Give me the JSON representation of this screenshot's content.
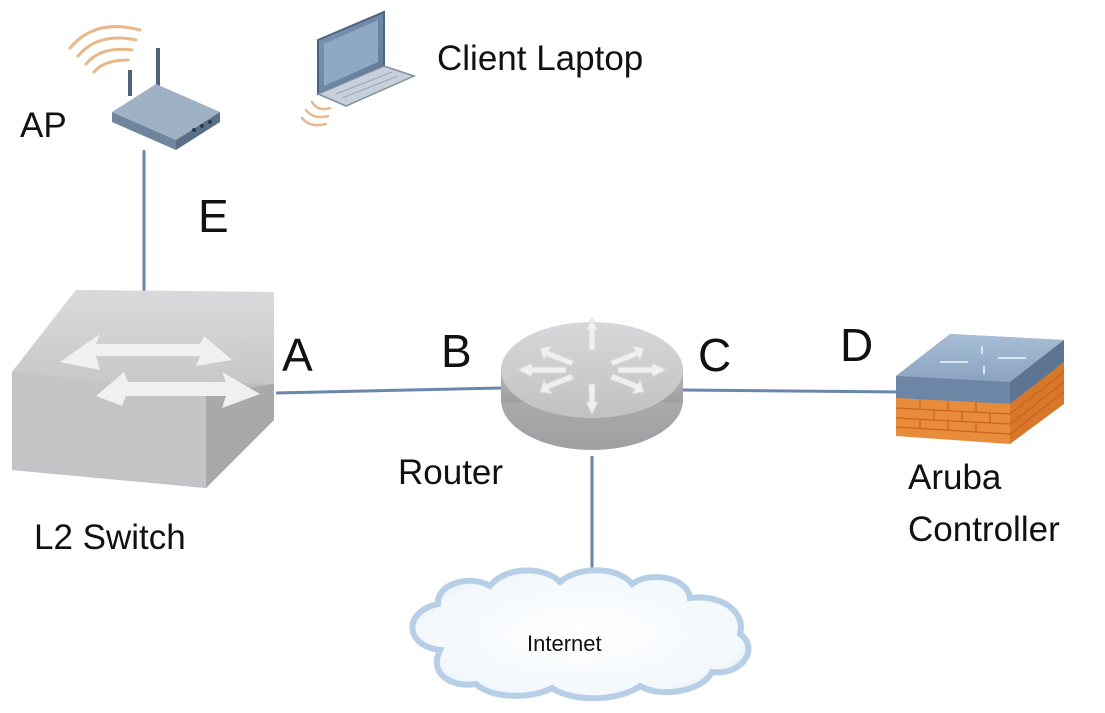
{
  "diagram": {
    "devices": {
      "ap": "AP",
      "laptop": "Client Laptop",
      "switch": "L2 Switch",
      "router": "Router",
      "controller_line1": "Aruba",
      "controller_line2": "Controller",
      "internet": "Internet"
    },
    "links": {
      "a": "A",
      "b": "B",
      "c": "C",
      "d": "D",
      "e": "E"
    },
    "colors": {
      "link_line": "#6b86ad",
      "device_gray": "#c9cbcd",
      "controller_blue": "#7f98b6",
      "controller_orange": "#e88b3a",
      "wifi_waves": "#e8b88a",
      "cloud_outline": "#b7cfe6"
    }
  }
}
